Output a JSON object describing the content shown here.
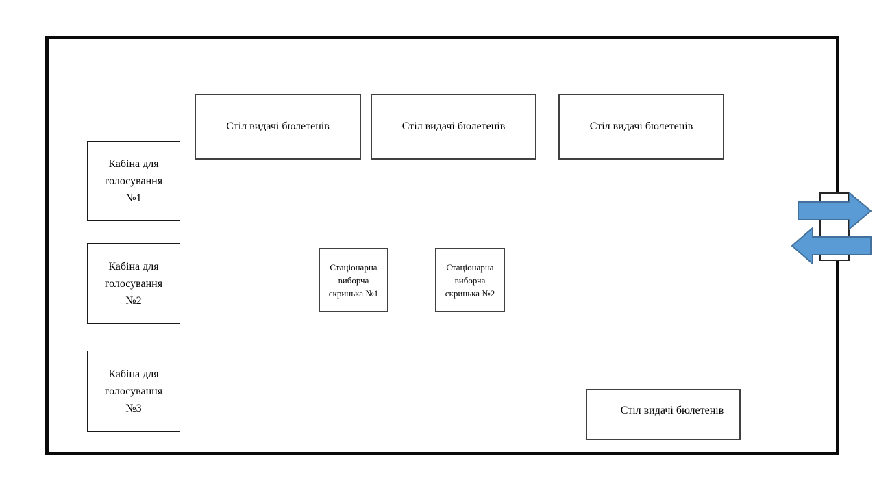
{
  "diagram": {
    "ballot_tables": {
      "top": [
        {
          "label": "Стіл видачі бюлетенів"
        },
        {
          "label": "Стіл видачі бюлетенів"
        },
        {
          "label": "Стіл видачі бюлетенів"
        }
      ],
      "bottom": {
        "label": "Стіл видачі бюлетенів"
      }
    },
    "voting_booths": [
      {
        "label": "Кабіна для\nголосування\n№1"
      },
      {
        "label": "Кабіна для\nголосування\n№2"
      },
      {
        "label": "Кабіна для\nголосування\n№3"
      }
    ],
    "ballot_boxes": [
      {
        "label": "Стаціонарна\nвиборча\nскринька №1"
      },
      {
        "label": "Стаціонарна\nвиборча\nскринька №2"
      }
    ],
    "door": {
      "arrow_fill": "#5b9bd5",
      "arrow_stroke": "#41719c",
      "frame_fill": "#ffffff",
      "frame_stroke": "#262626"
    }
  }
}
